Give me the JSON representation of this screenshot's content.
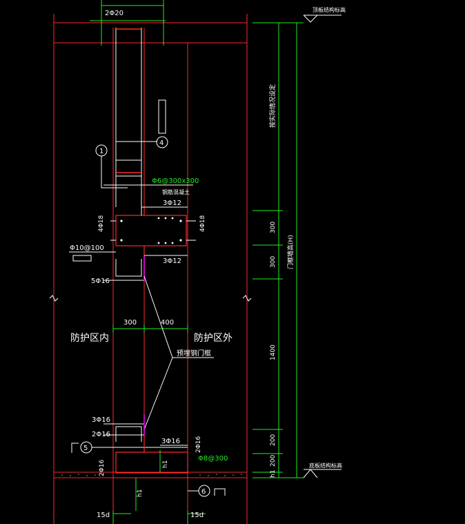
{
  "colors": {
    "background": "#000000",
    "wall": "#ff2a2a",
    "rebar": "#ffffff",
    "dimension": "#22ee22",
    "door_frame": "#ff00ff",
    "text": "#ffffff"
  },
  "top_label": {
    "bars": "2Φ20"
  },
  "elevation_labels": {
    "top": "顶板结构标高",
    "bottom": "底板结构标高"
  },
  "vertical_dims": {
    "overall": "门框墙高(H)",
    "upper_part": "按实际情况设定",
    "d300a": "300",
    "d300b": "300",
    "d1400": "1400",
    "d200a": "200",
    "d200b": "200",
    "h1": "h1"
  },
  "horizontal_dims": {
    "left": "300",
    "right": "400",
    "anchor_left": "15d",
    "anchor_right": "15d"
  },
  "zones": {
    "inside": "防护区内",
    "outside": "防护区外"
  },
  "callouts": {
    "c1": "1",
    "c4": "4",
    "c5": "5",
    "c6": "6",
    "door_frame": "预埋钢门框",
    "upper_frame": "钢筋混凝土"
  },
  "rebar_labels": {
    "stirrup": "Φ6@300x300",
    "beam_top": "3Φ12",
    "beam_bottom": "3Φ12",
    "side_left": "4Φ18",
    "side_right": "4Φ18",
    "dist": "Φ10@100",
    "door_top": "5Φ16",
    "bot_a": "3Φ16",
    "bot_b": "2Φ16",
    "bot_c": "3Φ16",
    "bot_d": "2Φ16",
    "bot_e": "2Φ16",
    "tie": "Φ8@300"
  }
}
